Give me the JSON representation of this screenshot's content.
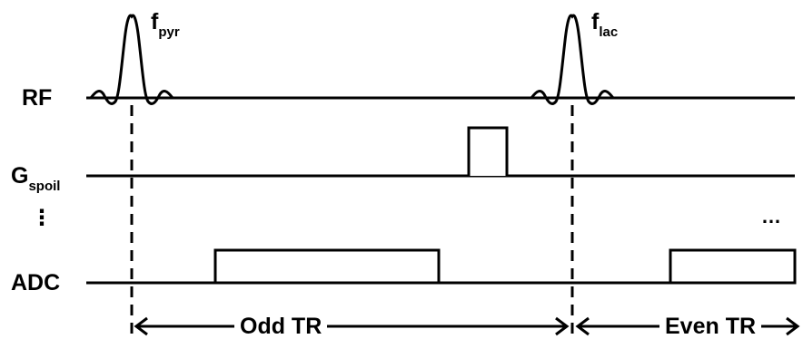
{
  "labels": {
    "rf": "RF",
    "gspoil_main": "G",
    "gspoil_sub": "spoil",
    "adc": "ADC",
    "pulse1_main": "f",
    "pulse1_sub": "pyr",
    "pulse2_main": "f",
    "pulse2_sub": "lac",
    "odd_tr": "Odd TR",
    "even_tr": "Even TR",
    "vertical_ellipsis": "⋮",
    "horizontal_ellipsis": "…"
  },
  "colors": {
    "line": "#000000",
    "background": "#ffffff"
  }
}
